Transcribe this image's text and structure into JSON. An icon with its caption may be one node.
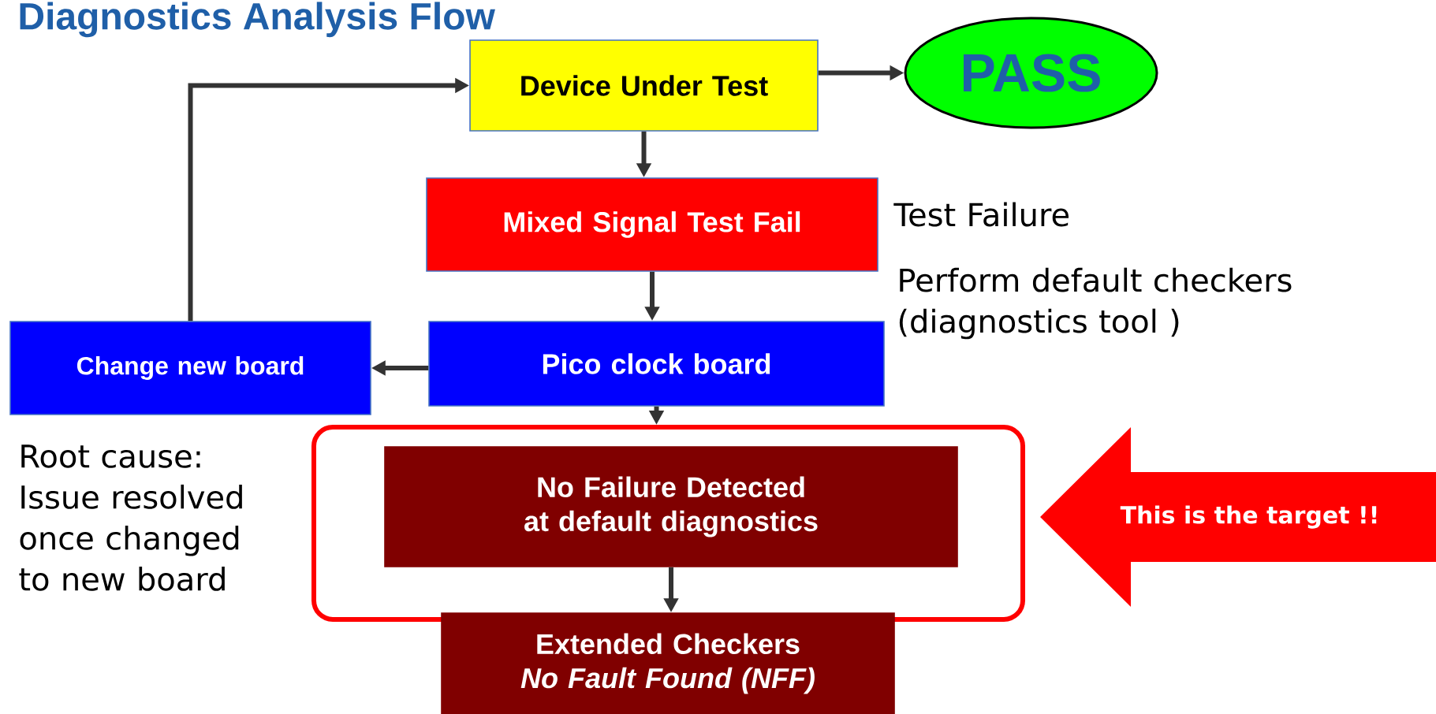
{
  "diagram": {
    "title": "Diagnostics Analysis Flow",
    "nodes": [
      {
        "text": [
          "Device Under Test"
        ]
      },
      {
        "text": [
          "PASS"
        ]
      },
      {
        "text": [
          "Mixed Signal Test Fail"
        ],
        "beside": [
          "Test Failure"
        ]
      },
      {
        "text": [
          "Pico clock board"
        ],
        "beside": [
          "Perform default checkers (diagnostics tool )"
        ]
      },
      {
        "text": [
          "Change new board"
        ],
        "beside": [
          "Root cause: Issue resolved once changed to new board"
        ]
      },
      {
        "text": [],
        "shape": "box"
      },
      {
        "text": [
          "No Failure Detected at default diagnostics"
        ],
        "in": 5
      },
      {
        "text": [
          "Extended Checkers *No Fault Found (NFF)*"
        ]
      },
      {
        "text": [
          "This is the target !!"
        ]
      }
    ],
    "edges": [
      {
        "from": 0,
        "to": 1,
        "arrow": "to"
      },
      {
        "from": 0,
        "to": 2,
        "arrow": "to"
      },
      {
        "from": 2,
        "to": 3,
        "arrow": "to"
      },
      {
        "from": 3,
        "to": 4,
        "arrow": "to"
      },
      {
        "from": 4,
        "to": 0,
        "arrow": "to"
      },
      {
        "from": 3,
        "to": 5,
        "arrow": "to"
      },
      {
        "from": 6,
        "to": 7,
        "arrow": "to"
      }
    ]
  }
}
